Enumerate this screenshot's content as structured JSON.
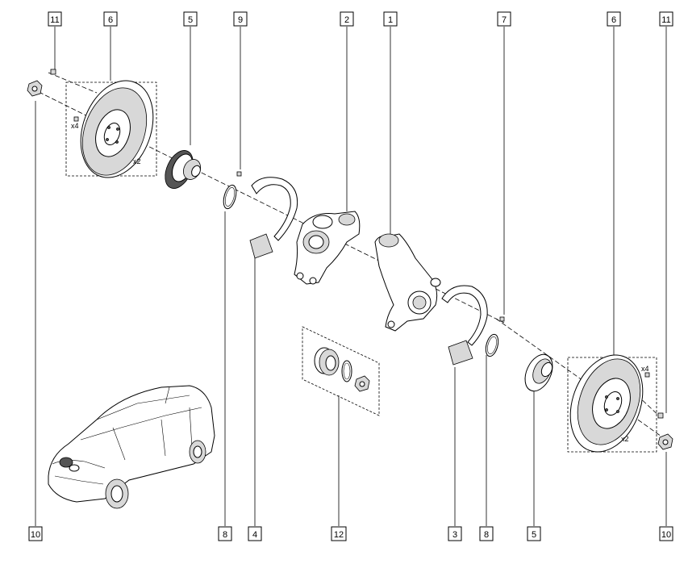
{
  "callouts": [
    {
      "label": "11"
    },
    {
      "label": "6"
    },
    {
      "label": "5"
    },
    {
      "label": "9"
    },
    {
      "label": "2"
    },
    {
      "label": "1"
    },
    {
      "label": "7"
    },
    {
      "label": "6"
    },
    {
      "label": "11"
    },
    {
      "label": "10"
    },
    {
      "label": "8"
    },
    {
      "label": "4"
    },
    {
      "label": "12"
    },
    {
      "label": "3"
    },
    {
      "label": "8"
    },
    {
      "label": "5"
    },
    {
      "label": "10"
    }
  ],
  "notes": {
    "left_disc_qty": "x2",
    "left_screw_qty": "x4",
    "right_disc_qty": "x2",
    "right_screw_qty": "x4"
  }
}
